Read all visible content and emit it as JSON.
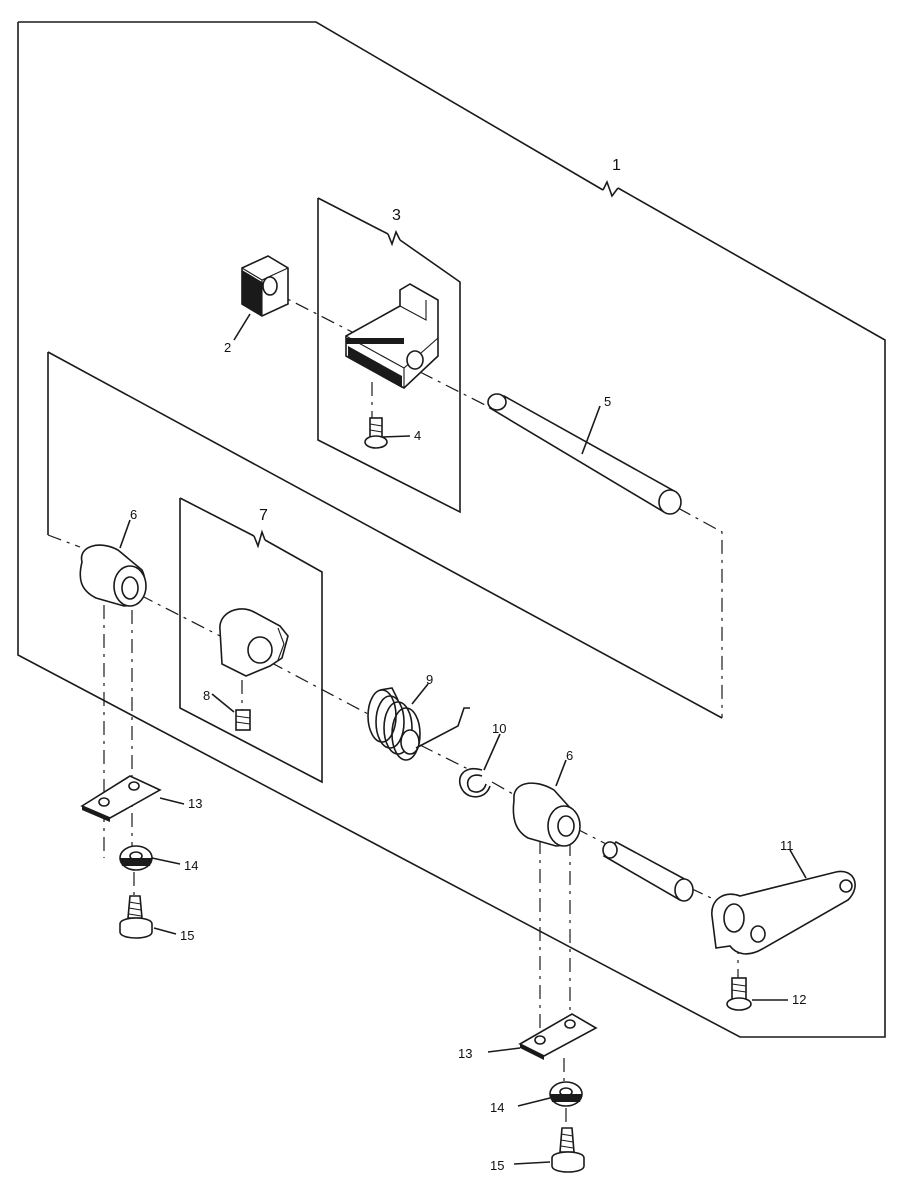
{
  "callouts": {
    "c1": "1",
    "c2": "2",
    "c3": "3",
    "c4": "4",
    "c5": "5",
    "c6a": "6",
    "c6b": "6",
    "c7": "7",
    "c8": "8",
    "c9": "9",
    "c10": "10",
    "c11": "11",
    "c12": "12",
    "c13a": "13",
    "c13b": "13",
    "c14a": "14",
    "c14b": "14",
    "c15a": "15",
    "c15b": "15"
  }
}
